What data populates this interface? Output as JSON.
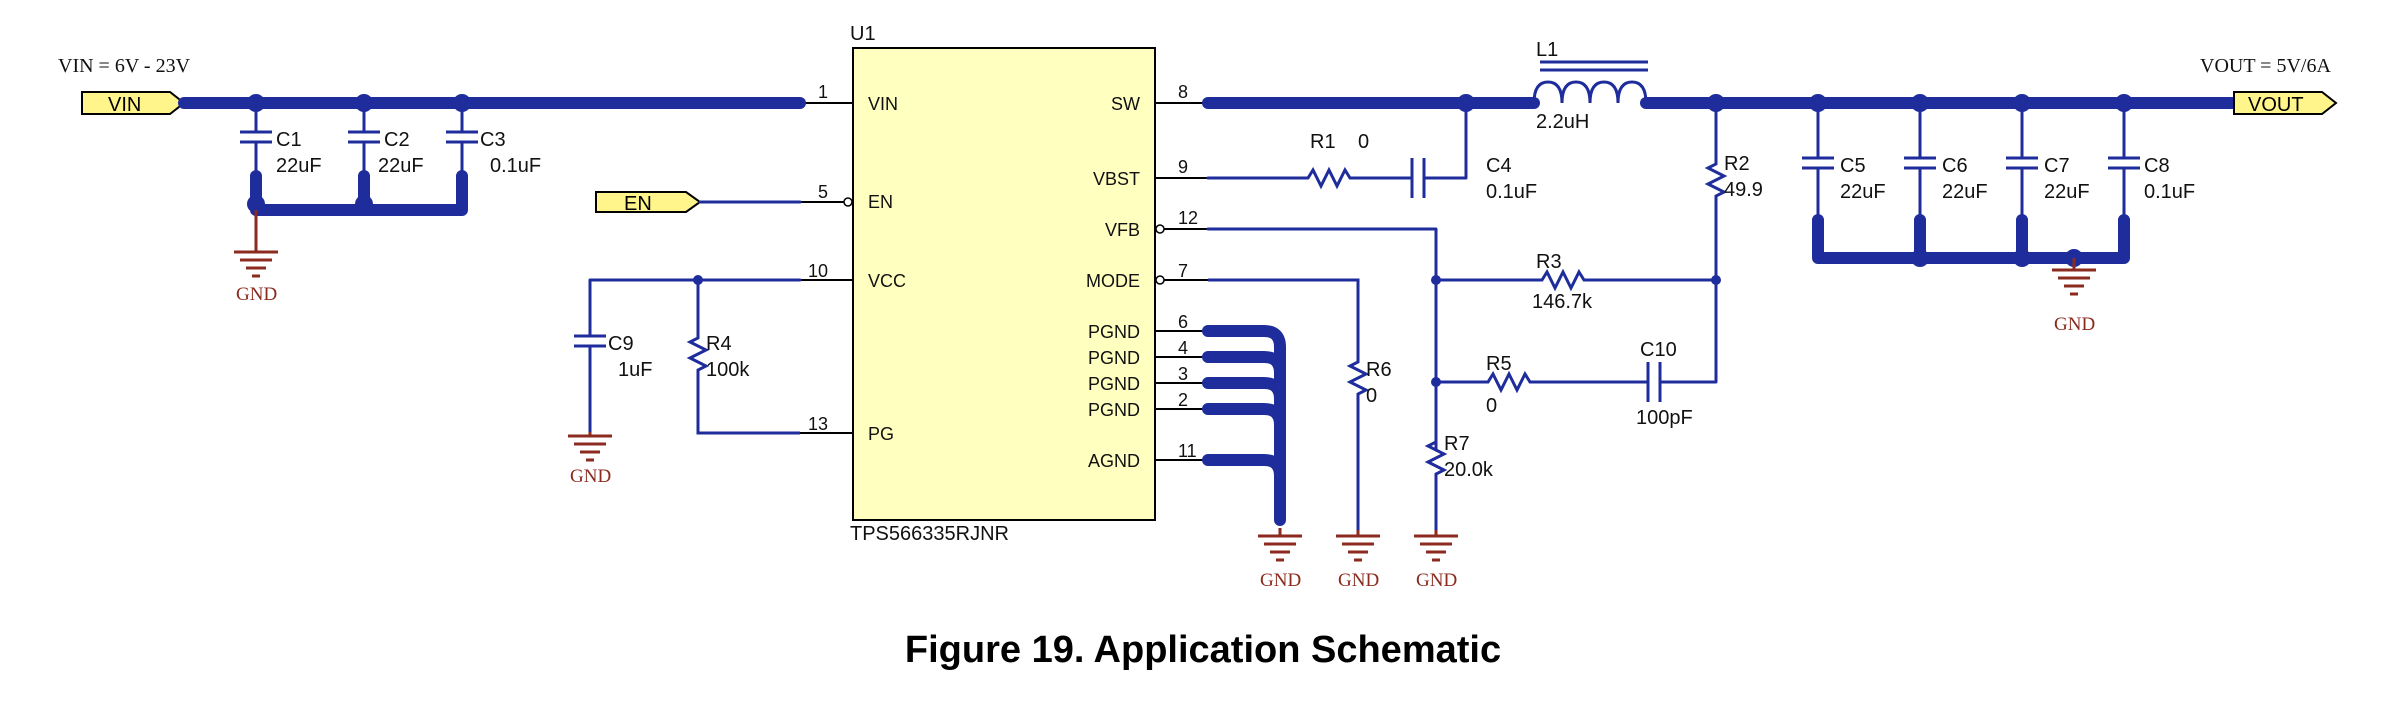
{
  "title": "Figure 19.  Application Schematic",
  "ic": {
    "ref": "U1",
    "part": "TPS566335RJNR",
    "left_pins": [
      {
        "num": "1",
        "name": "VIN"
      },
      {
        "num": "5",
        "name": "EN"
      },
      {
        "num": "10",
        "name": "VCC"
      },
      {
        "num": "13",
        "name": "PG"
      }
    ],
    "right_pins": [
      {
        "num": "8",
        "name": "SW"
      },
      {
        "num": "9",
        "name": "VBST"
      },
      {
        "num": "12",
        "name": "VFB"
      },
      {
        "num": "7",
        "name": "MODE"
      },
      {
        "num": "6",
        "name": "PGND"
      },
      {
        "num": "4",
        "name": "PGND"
      },
      {
        "num": "3",
        "name": "PGND"
      },
      {
        "num": "2",
        "name": "PGND"
      },
      {
        "num": "11",
        "name": "AGND"
      }
    ]
  },
  "net_labels": {
    "vin_range": "VIN = 6V - 23V",
    "vout_spec": "VOUT = 5V/6A",
    "vin_flag": "VIN",
    "vout_flag": "VOUT",
    "en_flag": "EN",
    "gnd": "GND"
  },
  "components": {
    "C1": {
      "ref": "C1",
      "value": "22uF"
    },
    "C2": {
      "ref": "C2",
      "value": "22uF"
    },
    "C3": {
      "ref": "C3",
      "value": "0.1uF"
    },
    "C4": {
      "ref": "C4",
      "value": "0.1uF"
    },
    "C5": {
      "ref": "C5",
      "value": "22uF"
    },
    "C6": {
      "ref": "C6",
      "value": "22uF"
    },
    "C7": {
      "ref": "C7",
      "value": "22uF"
    },
    "C8": {
      "ref": "C8",
      "value": "0.1uF"
    },
    "C9": {
      "ref": "C9",
      "value": "1uF"
    },
    "C10": {
      "ref": "C10",
      "value": "100pF"
    },
    "R1": {
      "ref": "R1",
      "value": "0"
    },
    "R2": {
      "ref": "R2",
      "value": "49.9"
    },
    "R3": {
      "ref": "R3",
      "value": "146.7k"
    },
    "R4": {
      "ref": "R4",
      "value": "100k"
    },
    "R5": {
      "ref": "R5",
      "value": "0"
    },
    "R6": {
      "ref": "R6",
      "value": "0"
    },
    "R7": {
      "ref": "R7",
      "value": "20.0k"
    },
    "L1": {
      "ref": "L1",
      "value": "2.2uH"
    }
  },
  "colors": {
    "wire": "#1f2d9c",
    "ground": "#8b2a1e",
    "ic_fill": "#ffffbf",
    "flag_fill": "#fff58a"
  }
}
